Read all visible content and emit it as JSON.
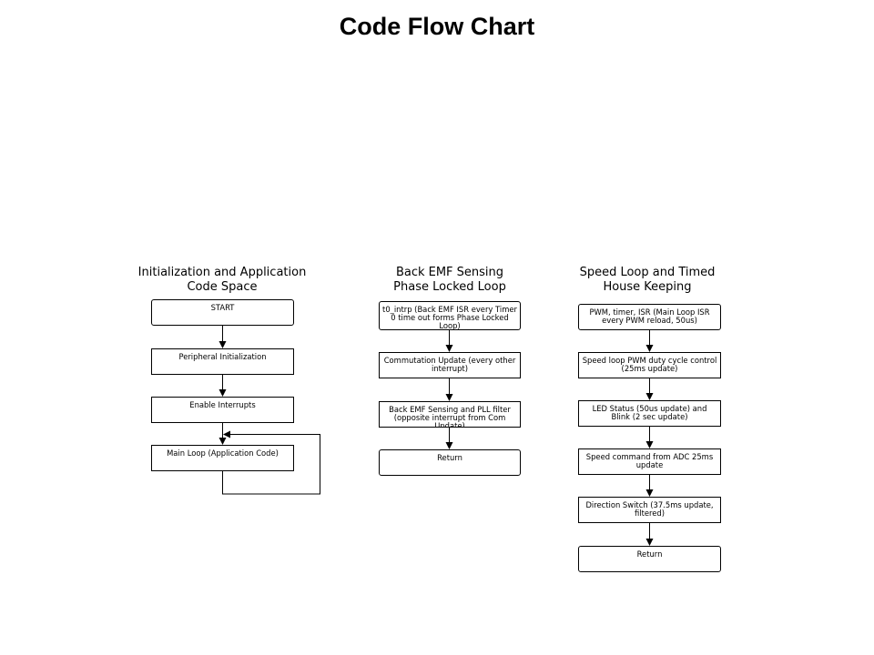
{
  "title": "Code Flow Chart",
  "columns": [
    {
      "heading_line1": "Initialization  and Application",
      "heading_line2": "Code Space",
      "steps": [
        "START",
        "Peripheral Initialization",
        "Enable Interrupts",
        "Main Loop (Application Code)"
      ]
    },
    {
      "heading_line1": "Back EMF Sensing",
      "heading_line2": "Phase Locked Loop",
      "steps": [
        "t0_intrp (Back EMF ISR every Timer 0 time out forms Phase Locked Loop)",
        "Commutation Update (every other interrupt)",
        "Back EMF Sensing and PLL filter (opposite interrupt from Com Update)",
        "Return"
      ]
    },
    {
      "heading_line1": "Speed Loop and Timed",
      "heading_line2": "House Keeping",
      "steps": [
        "PWM, timer, ISR (Main Loop ISR every PWM reload, 50us)",
        "Speed loop PWM duty cycle control (25ms update)",
        "LED Status (50us update) and Blink (2 sec update)",
        "Speed command from ADC 25ms update",
        "Direction Switch (37.5ms update, filtered)",
        "Return"
      ]
    }
  ]
}
